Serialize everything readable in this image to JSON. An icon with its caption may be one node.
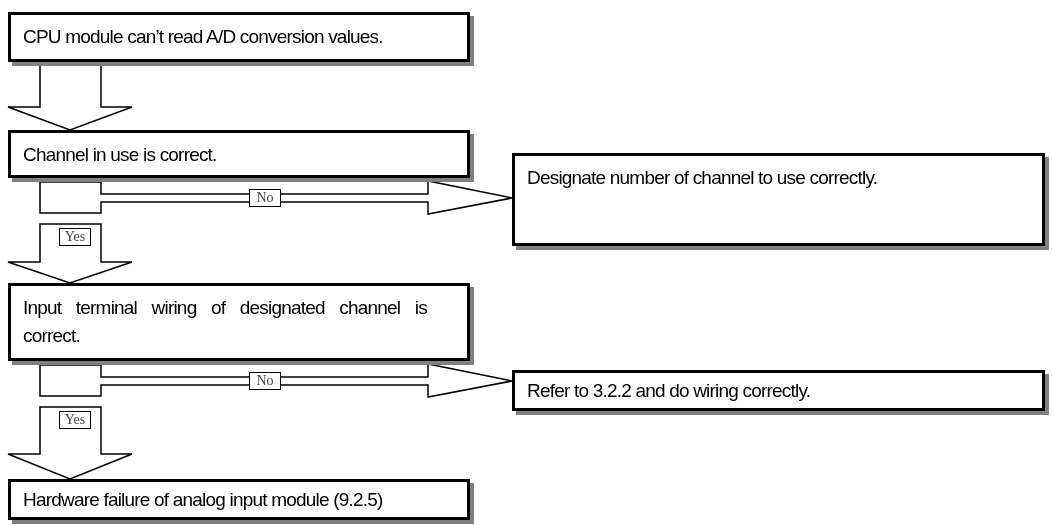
{
  "diagram": {
    "nodes": [
      {
        "text": [
          "CPU module can’t read A/D conversion values."
        ]
      },
      {
        "text": [
          "Channel in use is correct."
        ]
      },
      {
        "text": [
          "Designate number of channel to use correctly."
        ]
      },
      {
        "text": [
          "Input terminal wiring of designated channel is correct."
        ]
      },
      {
        "text": [
          "Refer to 3.2.2 and do wiring correctly."
        ]
      },
      {
        "text": [
          "Hardware failure of analog input module (9.2.5)"
        ]
      }
    ],
    "edges": [
      {
        "from": 0,
        "to": 1,
        "arrow": "to"
      },
      {
        "from": 1,
        "to": 2,
        "label": "No",
        "arrow": "to"
      },
      {
        "from": 1,
        "to": 3,
        "label": "Yes",
        "arrow": "to"
      },
      {
        "from": 3,
        "to": 4,
        "label": "No",
        "arrow": "to"
      },
      {
        "from": 3,
        "to": 5,
        "label": "Yes",
        "arrow": "to"
      }
    ]
  }
}
